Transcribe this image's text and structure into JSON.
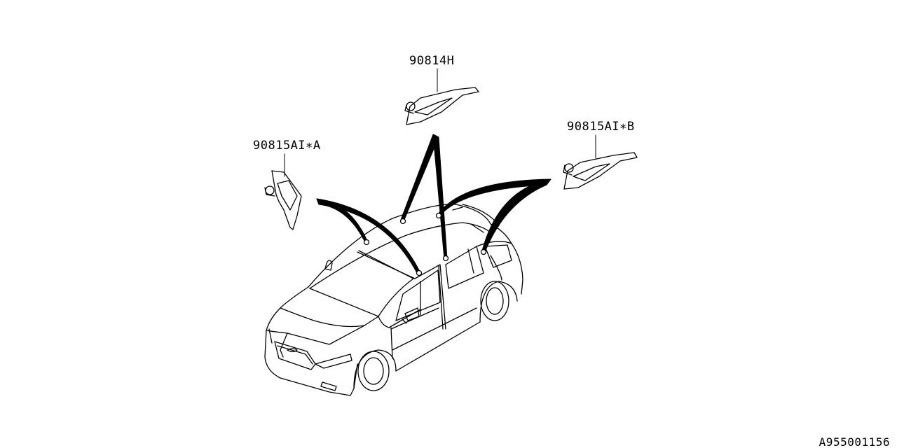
{
  "parts": {
    "center": {
      "number": "90814H"
    },
    "left": {
      "number": "90815AI∗A"
    },
    "right": {
      "number": "90815AI∗B"
    }
  },
  "diagram_code": "A955001156"
}
